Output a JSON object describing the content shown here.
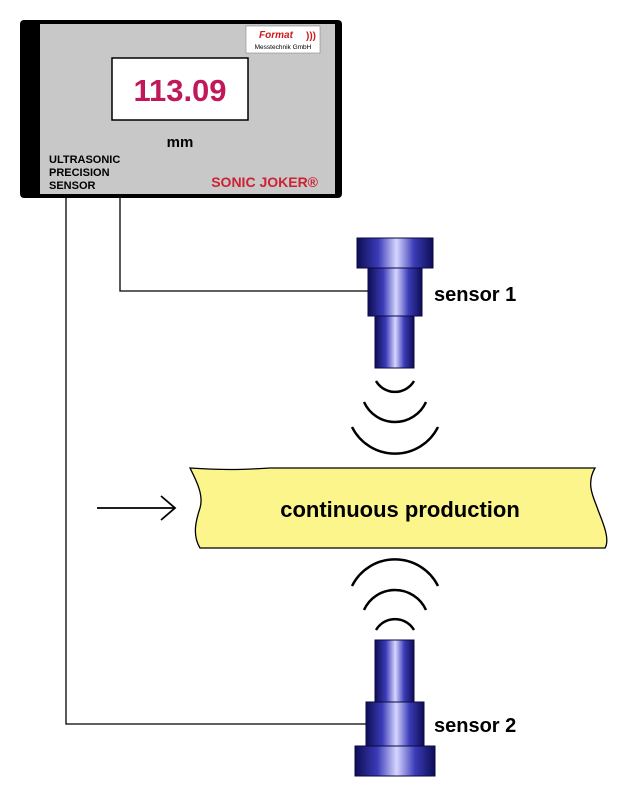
{
  "device": {
    "reading": "113.09",
    "unit": "mm",
    "description_lines": [
      "ULTRASONIC",
      "PRECISION",
      "SENSOR"
    ],
    "brand": "SONIC JOKER®",
    "logo_text": "Format",
    "company": "Messtechnik GmbH"
  },
  "sensors": {
    "sensor1_label": "sensor 1",
    "sensor2_label": "sensor 2"
  },
  "production": {
    "label": "continuous production"
  },
  "colors": {
    "display_text": "#c0185a",
    "brand_text": "#cc2233",
    "strip_fill": "#fbf58c",
    "panel_fill": "#c8c8c8",
    "sensor_blue": "#2a2aa0"
  },
  "icons": [
    "arrow-right-icon",
    "ultrasonic-wave-icon",
    "sensor-probe-icon"
  ]
}
